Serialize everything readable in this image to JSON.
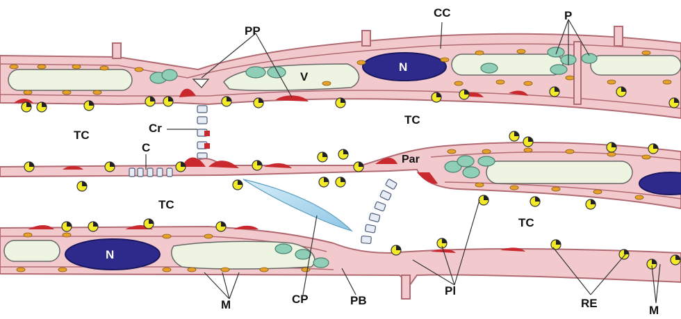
{
  "labels": {
    "PP": "PP",
    "CC": "CC",
    "P": "P",
    "V": "V",
    "N": "N",
    "TC": "TC",
    "Cr": "Cr",
    "C": "C",
    "Par": "Par",
    "M": "M",
    "CP": "CP",
    "PB": "PB",
    "Pl": "Pl",
    "RE": "RE"
  },
  "colors": {
    "cell_wall": "#f2c9cc",
    "cell_wall_edge": "#b06a72",
    "vacuole": "#eef4e2",
    "nucleus": "#2e2a8c",
    "plastid": "#8fcfb8",
    "mitochondria": "#e5a12a",
    "callose": "#c9282e",
    "p_protein": "#f3ea2a",
    "crystal_plate": "#9fd0ea"
  }
}
